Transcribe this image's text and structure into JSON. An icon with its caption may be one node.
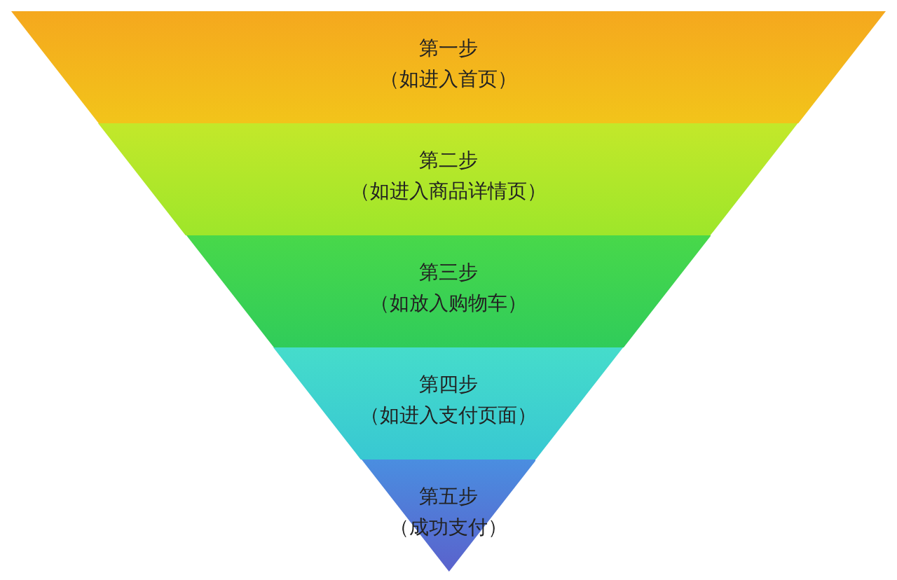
{
  "diagram": {
    "nodes": [
      {
        "text": [
          "第一步",
          "（如进入首页）"
        ]
      },
      {
        "text": [
          "第二步",
          "（如进入商品详情页）"
        ]
      },
      {
        "text": [
          "第三步",
          "（如放入购物车）"
        ]
      },
      {
        "text": [
          "第四步",
          "（如进入支付页面）"
        ]
      },
      {
        "text": [
          "第五步",
          "（成功支付）"
        ]
      }
    ]
  }
}
